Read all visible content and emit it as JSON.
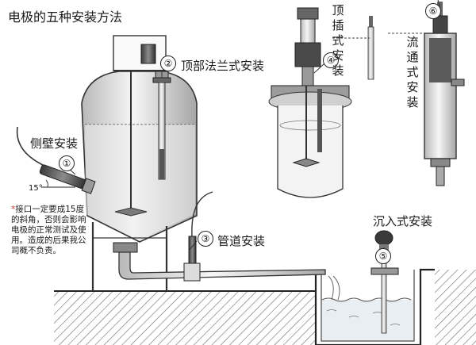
{
  "title": "电极的五种安装方法",
  "methods": {
    "m1": {
      "num": "①",
      "label": "侧壁安装"
    },
    "m2": {
      "num": "②",
      "label": "顶部法兰式安装"
    },
    "m3": {
      "num": "③",
      "label": "管道安装"
    },
    "m4": {
      "num": "④",
      "label": "顶插式安装"
    },
    "m5": {
      "num": "⑤",
      "label": "沉入式安装"
    },
    "m6": {
      "num": "⑥",
      "label": "流通式安装"
    }
  },
  "angle_label": "15°",
  "note": {
    "star": "*",
    "text": "接口一定要成15度的斜角，否则会影响电极的正常测试及使用。造成的后果我公司概不负责。"
  }
}
